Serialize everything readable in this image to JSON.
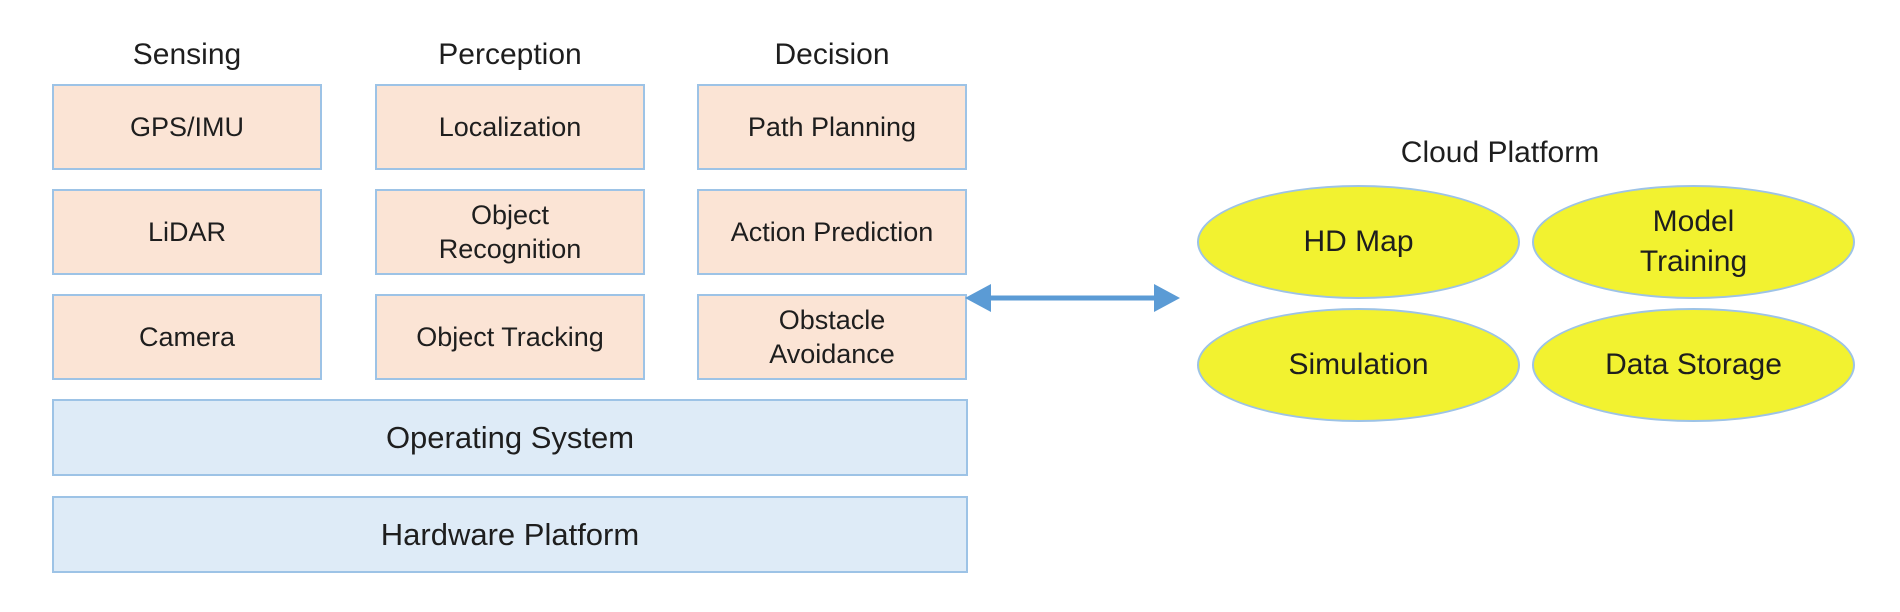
{
  "columns": [
    {
      "title": "Sensing",
      "boxes": [
        "GPS/IMU",
        "LiDAR",
        "Camera"
      ]
    },
    {
      "title": "Perception",
      "boxes": [
        "Localization",
        "Object\nRecognition",
        "Object Tracking"
      ]
    },
    {
      "title": "Decision",
      "boxes": [
        "Path Planning",
        "Action Prediction",
        "Obstacle\nAvoidance"
      ]
    }
  ],
  "layers": [
    "Operating System",
    "Hardware Platform"
  ],
  "cloud": {
    "title": "Cloud Platform",
    "items": [
      "HD Map",
      "Model\nTraining",
      "Simulation",
      "Data Storage"
    ]
  },
  "colors": {
    "module_fill": "#fbe4d5",
    "layer_fill": "#deebf7",
    "border": "#9dc3e6",
    "cloud_fill": "#f2f230",
    "arrow": "#5b9bd5"
  },
  "connector": "double-arrow"
}
